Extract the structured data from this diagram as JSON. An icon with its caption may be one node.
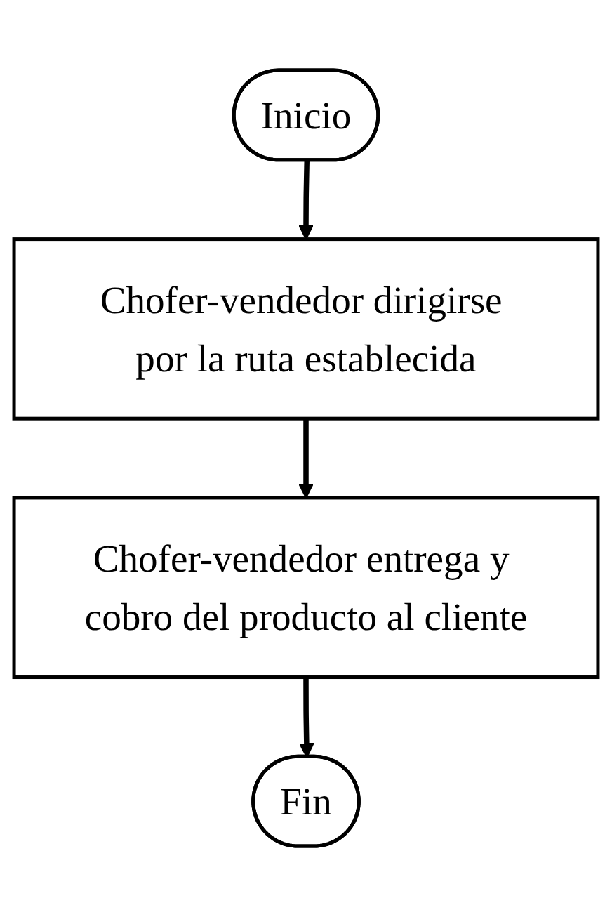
{
  "diagram": {
    "nodes": [
      {
        "text": [
          "Inicio"
        ]
      },
      {
        "text": [
          "Chofer-vendedor dirigirse por la ruta establecida"
        ]
      },
      {
        "text": [
          "Chofer-vendedor entrega y cobro del producto al cliente"
        ]
      },
      {
        "text": [
          "Fin"
        ]
      }
    ],
    "edges": [
      {
        "from": 0,
        "to": 1,
        "arrow": "to"
      },
      {
        "from": 1,
        "to": 2,
        "arrow": "to"
      },
      {
        "from": 2,
        "to": 3,
        "arrow": "to"
      }
    ]
  }
}
